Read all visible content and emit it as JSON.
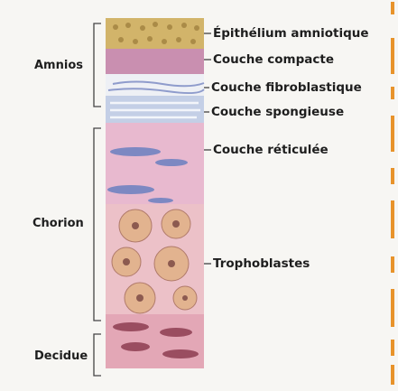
{
  "regions": {
    "amnios": "Amnios",
    "chorion": "Chorion",
    "decidue": "Decidue"
  },
  "layers": {
    "epithelium": "Épithélium amniotique",
    "compact": "Couche compacte",
    "fibroblast": "Couche fibroblastique",
    "spongy": "Couche spongieuse",
    "reticular": "Couche réticulée",
    "trophoblasts": "Trophoblastes"
  },
  "colors": {
    "epithelium": "#d2b46a",
    "compact": "#c98fb0",
    "fibroblast": "#eef0f5",
    "spongy": "#c4cfe6",
    "reticular": "#e8b9cf",
    "trophoblast": "#ecc1c8",
    "decidua": "#e3a7b6",
    "nucleus": "#7d88c2",
    "margin_bars": "#e8932b"
  }
}
